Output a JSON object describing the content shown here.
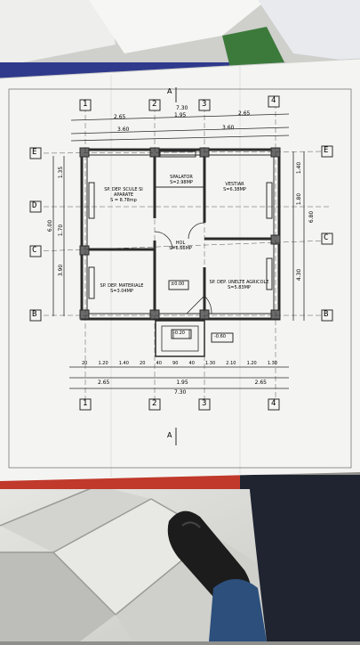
{
  "photo": {
    "subject": "",
    "colors": {
      "sheet": "#f4f5f3",
      "ink": "#2b2b2b",
      "tile": "#dcdcd8",
      "backdrop_blue": "#2f3a8c",
      "accent_red": "#c0392b",
      "shoe": "#1a1a1a",
      "jeans": "#2c4f7c"
    }
  },
  "plan": {
    "axes_numbers": [
      "1",
      "2",
      "3",
      "4"
    ],
    "axes_letters": [
      "E",
      "D",
      "C",
      "B"
    ],
    "section_mark": "A",
    "rooms": [
      {
        "name": "SPALATOR",
        "area": "S=2.98MP"
      },
      {
        "name": "VESTIAR",
        "area": "S=6.38MP"
      },
      {
        "name": "SP. DEP. SCULE SI APARATE",
        "area": "S = 8.78mp"
      },
      {
        "name": "HOL",
        "area": "S=6.66MP"
      },
      {
        "name": "SP. DEP. MATERIALE",
        "area": "S=3.04MP"
      },
      {
        "name": "SP. DEP. UNELTE AGRICOLE",
        "area": "S=5.83MP"
      }
    ],
    "dims_top": [
      "2.65",
      "1.95",
      "2.65",
      "7.30"
    ],
    "dims_top2": [
      "3.60",
      "3.60"
    ],
    "dims_bottom": [
      "20",
      "1.20",
      "1.40",
      "20",
      "40",
      "90",
      "40",
      "1.30",
      "2.10",
      "1.20",
      "1.30"
    ],
    "dims_bottom_totals": [
      "2.65",
      "1.95",
      "2.65",
      "7.30"
    ],
    "dims_left": [
      "6.00",
      "3.90",
      "1.70",
      "1.35"
    ],
    "dims_right": [
      "6.80",
      "4.30",
      "1.80",
      "1.40"
    ],
    "levels": [
      "±0.00",
      "-0.60",
      "-0.20"
    ]
  }
}
